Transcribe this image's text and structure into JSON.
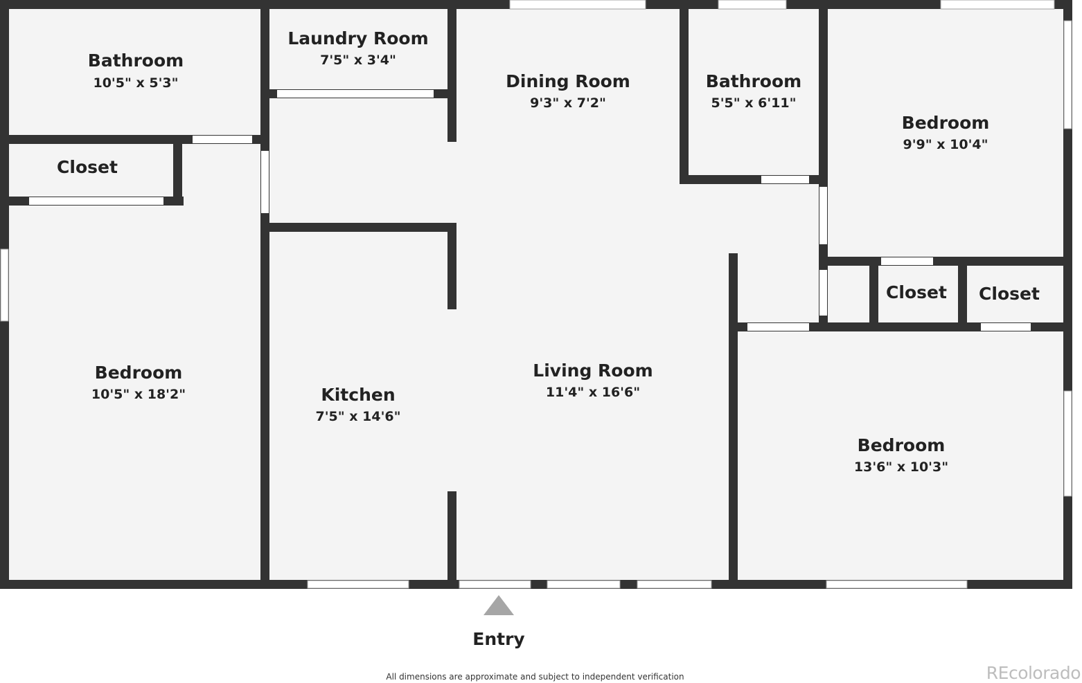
{
  "rooms": {
    "bathroom_1": {
      "name": "Bathroom",
      "dims": "10'5\" x 5'3\""
    },
    "laundry": {
      "name": "Laundry Room",
      "dims": "7'5\" x 3'4\""
    },
    "dining": {
      "name": "Dining Room",
      "dims": "9'3\" x 7'2\""
    },
    "bathroom_2": {
      "name": "Bathroom",
      "dims": "5'5\" x 6'11\""
    },
    "bedroom_ne": {
      "name": "Bedroom",
      "dims": "9'9\" x 10'4\""
    },
    "closet_w": {
      "name": "Closet"
    },
    "bedroom_w": {
      "name": "Bedroom",
      "dims": "10'5\" x 18'2\""
    },
    "kitchen": {
      "name": "Kitchen",
      "dims": "7'5\" x 14'6\""
    },
    "living": {
      "name": "Living Room",
      "dims": "11'4\" x 16'6\""
    },
    "closet_e1": {
      "name": "Closet"
    },
    "closet_e2": {
      "name": "Closet"
    },
    "bedroom_se": {
      "name": "Bedroom",
      "dims": "13'6\" x 10'3\""
    }
  },
  "entry": {
    "label": "Entry"
  },
  "footer": {
    "disclaimer": "All dimensions are approximate and subject to independent verification",
    "brand": "REcolorado"
  },
  "colors": {
    "wall": "#333333",
    "floor": "#f4f4f4",
    "window": "#ffffff",
    "marker": "#a6a6a6"
  }
}
